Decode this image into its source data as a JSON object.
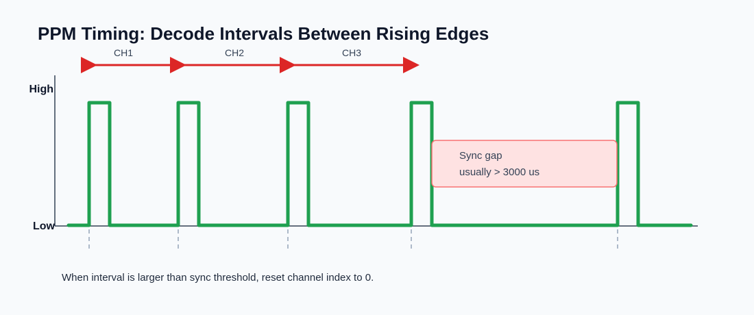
{
  "title": "PPM Timing: Decode Intervals Between Rising Edges",
  "axis": {
    "high_label": "High",
    "low_label": "Low"
  },
  "channels": [
    {
      "label": "CH1"
    },
    {
      "label": "CH2"
    },
    {
      "label": "CH3"
    }
  ],
  "sync_note": {
    "line1": "Sync gap",
    "line2": "usually > 3000 us"
  },
  "footnote": "When interval is larger than sync threshold, reset channel index to 0.",
  "colors": {
    "signal": "#1fa050",
    "arrow": "#dc2626",
    "note_fill": "#fee2e2",
    "note_stroke": "#f87171",
    "guide": "#94a3b8",
    "axis": "#334155"
  },
  "pulse_count": 5
}
